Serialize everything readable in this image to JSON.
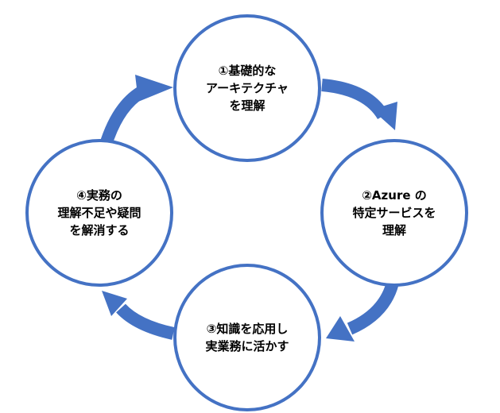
{
  "colors": {
    "accent": "#4472c4",
    "node_fill": "#ffffff",
    "text": "#000000"
  },
  "steps": [
    {
      "lines": [
        "①基礎的な",
        "アーキテクチャ",
        "を理解"
      ]
    },
    {
      "lines": [
        "②Azure の",
        "特定サービスを",
        "理解"
      ]
    },
    {
      "lines": [
        "③知識を応用し",
        "実業務に活かす"
      ]
    },
    {
      "lines": [
        "④実務の",
        "理解不足や疑問",
        "を解消する"
      ]
    }
  ]
}
